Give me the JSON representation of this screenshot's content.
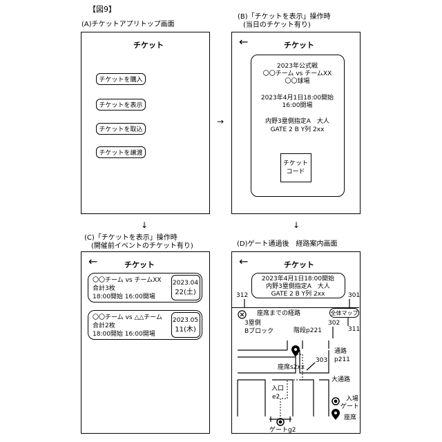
{
  "figure_label": "【図9】",
  "arrows": {
    "right": "→",
    "down": "↓"
  },
  "panelA": {
    "caption": "(A)チケットアプリトップ画面",
    "title": "チケット",
    "buttons": [
      "チケットを購入",
      "チケットを表示",
      "チケットを取込",
      "チケットを譲渡"
    ]
  },
  "panelB": {
    "caption1": "(B)「チケットを表示」操作時",
    "caption2": "(当日のチケット有り)",
    "back": "←",
    "title": "チケット",
    "lines": [
      "2023年公式戦",
      "〇〇チーム vs チームXX",
      "〇〇球場",
      "2023年4月1日18:00開始",
      "16:00開場",
      "内野3塁側指定A　大人",
      "GATE 2 B Y列 2xx"
    ],
    "code": [
      "チケット",
      "コード"
    ]
  },
  "panelC": {
    "caption1": "(C)「チケットを表示」操作時",
    "caption2": "(開催前イベントのチケット有り)",
    "back": "←",
    "title": "チケット",
    "tickets": [
      {
        "name": "〇〇チーム vs チームXX",
        "count": "合計3枚",
        "time": "18:00開始 16:00開場",
        "month": "2023.04",
        "day": "22(土)"
      },
      {
        "name": "〇〇チーム vs △△チーム",
        "count": "合計2枚",
        "time": "18:00開始 16:00開場",
        "month": "2023.05",
        "day": "11(木)"
      }
    ]
  },
  "panelD": {
    "caption": "(D)ゲート通過後　経路案内画面",
    "back": "←",
    "title": "チケット",
    "info": [
      "2023年4月1日18:00開始",
      "内野3塁側指定A　大人",
      "GATE 2 B Y列 2xx"
    ],
    "route_title": "座席までの経路",
    "full_map": "全体マップ",
    "refs": {
      "r312": "312",
      "r301": "301",
      "r302": "302",
      "r311": "311",
      "r303": "303"
    },
    "labels": {
      "area": "3塁側",
      "block": "Bブロック",
      "stairs": "階段p221",
      "aisle": "通路",
      "aisle_id": "p211",
      "seat": "座席s2xx",
      "main_aisle": "大通路",
      "entrance": "入口",
      "entrance_id": "e2",
      "gate": "ゲートg2",
      "legend_gate1": "入場",
      "legend_gate2": "ゲート",
      "legend_seat": "座席"
    }
  }
}
